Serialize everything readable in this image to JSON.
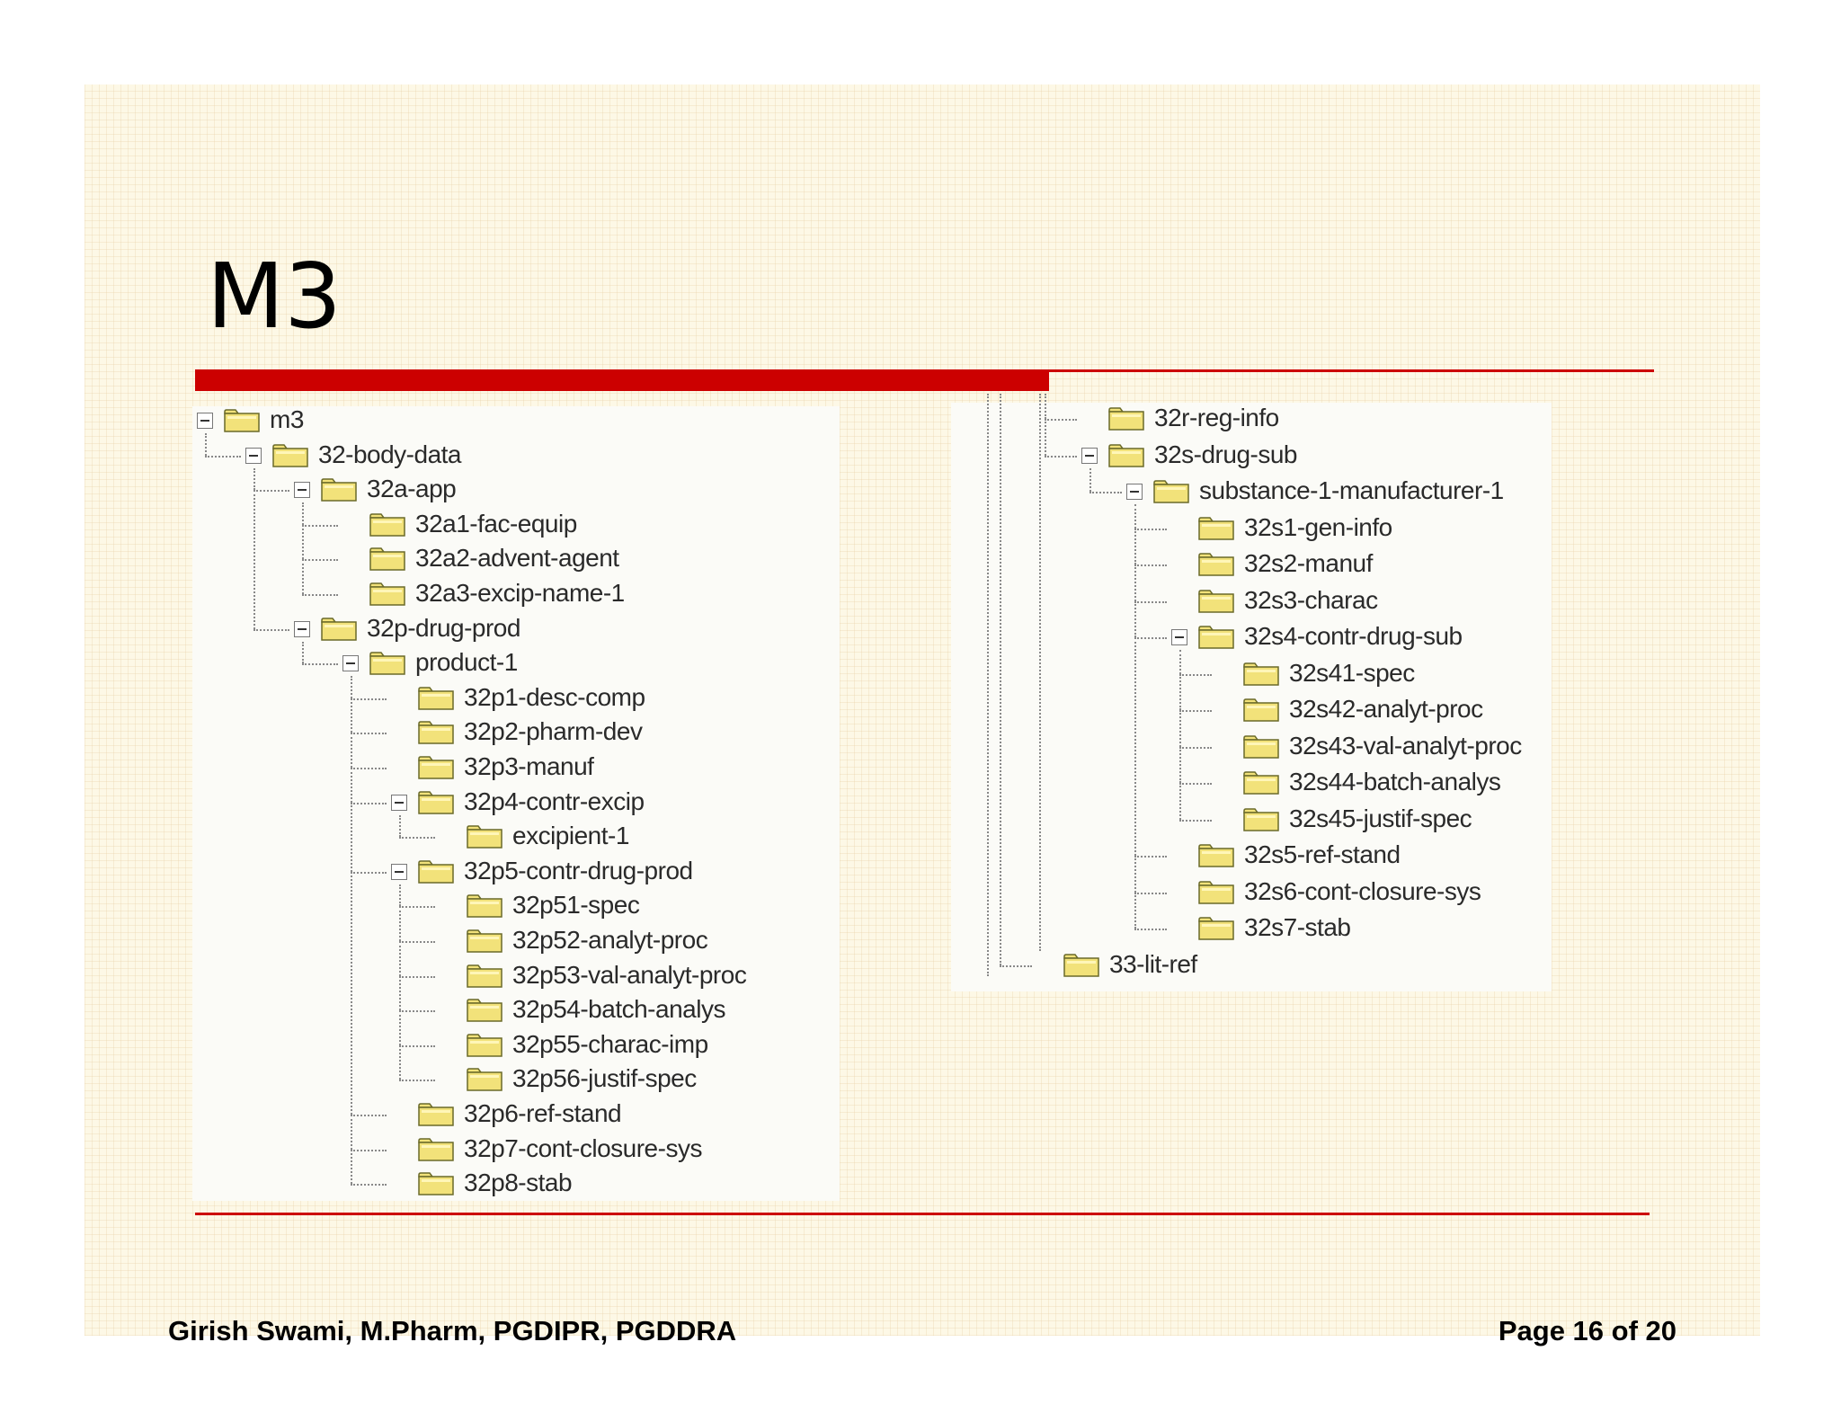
{
  "slide": {
    "title": "M3",
    "footer_author": "Girish Swami, M.Pharm, PGDIPR, PGDDRA",
    "footer_page": "Page 16 of 20"
  },
  "colors": {
    "accent_red": "#cc0000",
    "folder_fill": "#f2e27a",
    "folder_outline": "#6b6b2a"
  },
  "icons": {
    "folder": "folder-icon",
    "toggle": "collapse-toggle-icon"
  },
  "left_tree": [
    {
      "label": "m3",
      "depth": 0,
      "toggle": true
    },
    {
      "label": "32-body-data",
      "depth": 1,
      "toggle": true
    },
    {
      "label": "32a-app",
      "depth": 2,
      "toggle": true
    },
    {
      "label": "32a1-fac-equip",
      "depth": 3,
      "toggle": false
    },
    {
      "label": "32a2-advent-agent",
      "depth": 3,
      "toggle": false
    },
    {
      "label": "32a3-excip-name-1",
      "depth": 3,
      "toggle": false
    },
    {
      "label": "32p-drug-prod",
      "depth": 2,
      "toggle": true
    },
    {
      "label": "product-1",
      "depth": 3,
      "toggle": true
    },
    {
      "label": "32p1-desc-comp",
      "depth": 4,
      "toggle": false
    },
    {
      "label": "32p2-pharm-dev",
      "depth": 4,
      "toggle": false
    },
    {
      "label": "32p3-manuf",
      "depth": 4,
      "toggle": false
    },
    {
      "label": "32p4-contr-excip",
      "depth": 4,
      "toggle": true
    },
    {
      "label": "excipient-1",
      "depth": 5,
      "toggle": false
    },
    {
      "label": "32p5-contr-drug-prod",
      "depth": 4,
      "toggle": true
    },
    {
      "label": "32p51-spec",
      "depth": 5,
      "toggle": false
    },
    {
      "label": "32p52-analyt-proc",
      "depth": 5,
      "toggle": false
    },
    {
      "label": "32p53-val-analyt-proc",
      "depth": 5,
      "toggle": false
    },
    {
      "label": "32p54-batch-analys",
      "depth": 5,
      "toggle": false
    },
    {
      "label": "32p55-charac-imp",
      "depth": 5,
      "toggle": false
    },
    {
      "label": "32p56-justif-spec",
      "depth": 5,
      "toggle": false
    },
    {
      "label": "32p6-ref-stand",
      "depth": 4,
      "toggle": false
    },
    {
      "label": "32p7-cont-closure-sys",
      "depth": 4,
      "toggle": false
    },
    {
      "label": "32p8-stab",
      "depth": 4,
      "toggle": false
    }
  ],
  "right_tree": [
    {
      "label": "32r-reg-info",
      "depth": 2,
      "toggle": false
    },
    {
      "label": "32s-drug-sub",
      "depth": 2,
      "toggle": true
    },
    {
      "label": "substance-1-manufacturer-1",
      "depth": 3,
      "toggle": true
    },
    {
      "label": "32s1-gen-info",
      "depth": 4,
      "toggle": false
    },
    {
      "label": "32s2-manuf",
      "depth": 4,
      "toggle": false
    },
    {
      "label": "32s3-charac",
      "depth": 4,
      "toggle": false
    },
    {
      "label": "32s4-contr-drug-sub",
      "depth": 4,
      "toggle": true
    },
    {
      "label": "32s41-spec",
      "depth": 5,
      "toggle": false
    },
    {
      "label": "32s42-analyt-proc",
      "depth": 5,
      "toggle": false
    },
    {
      "label": "32s43-val-analyt-proc",
      "depth": 5,
      "toggle": false
    },
    {
      "label": "32s44-batch-analys",
      "depth": 5,
      "toggle": false
    },
    {
      "label": "32s45-justif-spec",
      "depth": 5,
      "toggle": false
    },
    {
      "label": "32s5-ref-stand",
      "depth": 4,
      "toggle": false
    },
    {
      "label": "32s6-cont-closure-sys",
      "depth": 4,
      "toggle": false
    },
    {
      "label": "32s7-stab",
      "depth": 4,
      "toggle": false
    },
    {
      "label": "33-lit-ref",
      "depth": 1,
      "toggle": false
    }
  ]
}
